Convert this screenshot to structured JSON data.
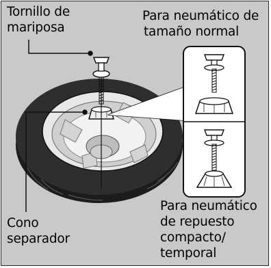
{
  "labels": {
    "wing_bolt": [
      "Tornillo de",
      "mariposa"
    ],
    "normal_tire": [
      "Para neumático de",
      "tamaño normal"
    ],
    "spacer_cone": [
      "Cono",
      "separador"
    ],
    "compact_spare": [
      "Para neumático",
      "de repuesto",
      "compacto/",
      "temporal"
    ]
  },
  "colors": {
    "background": "#c9c9c9",
    "tire": "#1c1c1c",
    "wheel": "#bdbdbd",
    "inset_panel": "#ffffff",
    "border": "#2a2a2a"
  }
}
